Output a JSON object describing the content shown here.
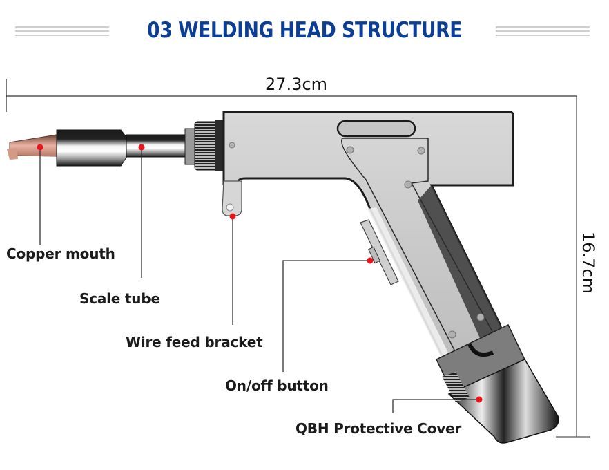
{
  "header": {
    "title": "03 WELDING HEAD STRUCTURE"
  },
  "dimensions": {
    "width_label": "27.3cm",
    "height_label": "16.7cm"
  },
  "parts": [
    {
      "name": "Copper mouth"
    },
    {
      "name": "Scale tube"
    },
    {
      "name": "Wire feed bracket"
    },
    {
      "name": "On/off button"
    },
    {
      "name": "QBH Protective Cover"
    }
  ],
  "colors": {
    "title": "#0d3e95",
    "marker": "#e8141b",
    "label": "#1b1b1b",
    "metal": "#c9c9c9",
    "copper": "#c98f7d"
  }
}
